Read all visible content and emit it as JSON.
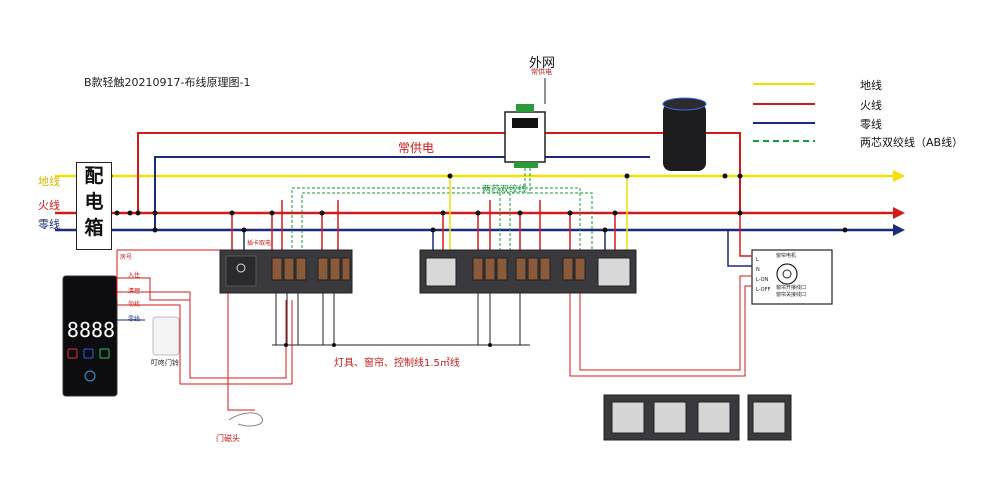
{
  "title": "B款轻触20210917-布线原理图-1",
  "distribution_box": {
    "label_chars": [
      "配",
      "电",
      "箱"
    ]
  },
  "wires_left": {
    "ground": "地线",
    "live": "火线",
    "neutral": "零线"
  },
  "external_network": {
    "title": "外网",
    "sub": "常供电"
  },
  "always_power_label": "常供电",
  "twisted_pair_label": "两芯双绞线",
  "legend": [
    {
      "label": "地线",
      "color": "#f2e100",
      "style": "solid"
    },
    {
      "label": "火线",
      "color": "#d31a1a",
      "style": "solid"
    },
    {
      "label": "零线",
      "color": "#1c2a7a",
      "style": "solid"
    },
    {
      "label": "两芯双绞线（AB线）",
      "color": "#1a9a3a",
      "style": "dashed"
    }
  ],
  "doorplate": {
    "display": "8888",
    "terminals": [
      "房号",
      "入住",
      "清理",
      "勿扰",
      "零线"
    ]
  },
  "doorbell_label": "叮咚门铃",
  "door_sensor_label": "门磁头",
  "panel_note": "灯具、窗帘、控制线1.5㎡线",
  "card_switch_label": "插卡取电",
  "curtain_label": "窗帘电机",
  "curtain_terminals": [
    "L",
    "N",
    "L-ON",
    "L-OFF"
  ],
  "curtain_notes": [
    "窗帘开接线口",
    "窗帘关接线口"
  ],
  "colors": {
    "ground": "#f2e100",
    "live": "#d31a1a",
    "neutral": "#1c2a7a",
    "twisted": "#1a9a3a",
    "red_text": "#c51a1a"
  }
}
